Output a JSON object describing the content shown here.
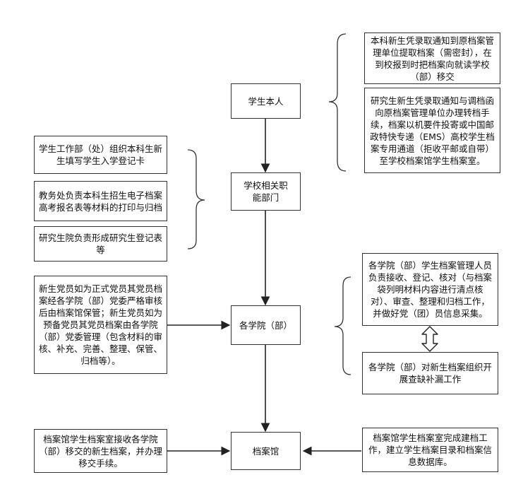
{
  "nodes": {
    "student_self": "学生本人",
    "school_dept": "学校相关职能部门",
    "college": "各学院（部）",
    "archive_office": "档案馆",
    "undergrad_transfer": "本科新生凭录取通知到原档案管理单位提取档案（需密封），在到校报到时把档案向就读学校（部）移交",
    "grad_transfer": "研究生新生凭录取通知与调档函向原档案管理单位办理转档手续，档案以机要件投寄或中国邮政特快专递（EMS）高校学生档案专用通道（拒收平邮或自带）至学校档案馆学生档案室。",
    "student_affairs": "学生工作部（处）组织本科生新生填写学生入学登记卡",
    "academic_affairs": "教务处负责本科生招生电子档案高考报名表等材料的打印与归档",
    "grad_school": "研究生院负责形成研究生登记表等",
    "party_members": "新生党员如为正式党员其党员档案经各学院（部）党委严格审核后由档案馆保管；新生党员如为预备党员其党员档案由各学院（部）党委管理（包含材料的审核、补充、完善、整理、保管、归档等）。",
    "college_staff": "各学院（部）学生档案管理人员负责接收、登记、核对（与档案袋列明材料内容进行清点核对）、审查、整理和归档工作，并做好党（团）员信息采集。",
    "college_supplement": "各学院（部）对新生档案组织开展查缺补漏工作",
    "archive_receive": "档案馆学生档案室接收各学院（部）移交的新生档案，并办理移交手续。",
    "archive_build": "档案馆学生档案室完成建档工作，建立学生档案目录和档案信息数据库。"
  }
}
